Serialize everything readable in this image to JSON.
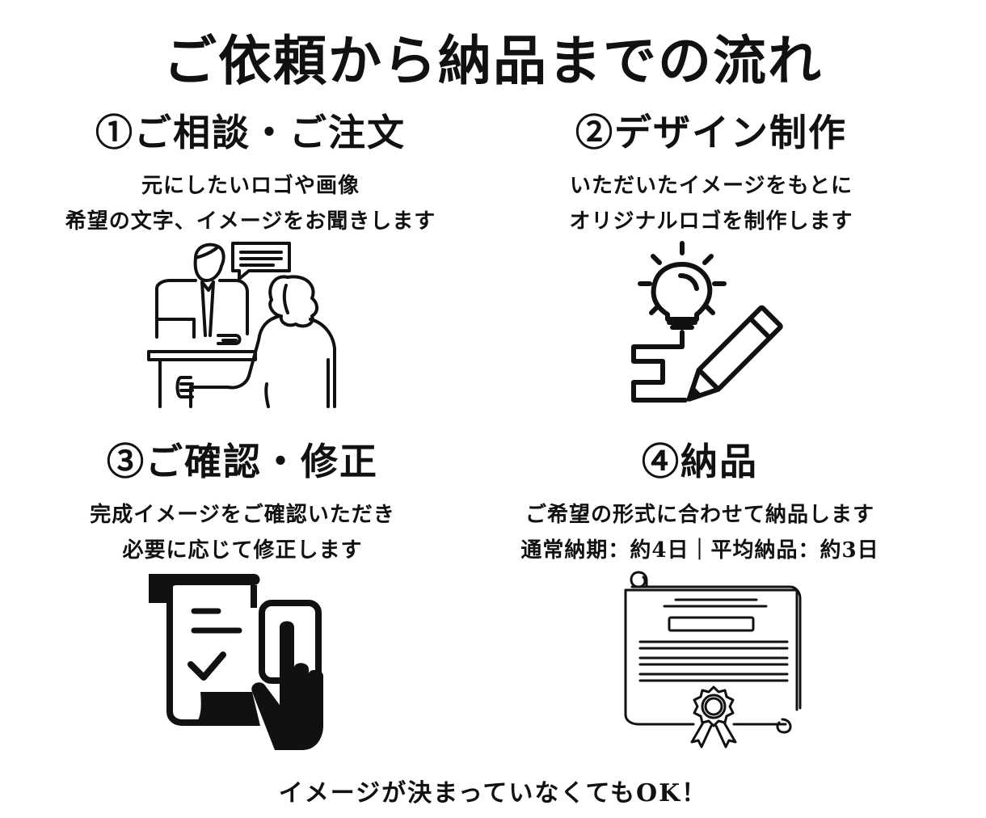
{
  "title": "ご依頼から納品までの流れ",
  "steps": [
    {
      "title": "①ご相談・ご注文",
      "lines": [
        "元にしたいロゴや画像",
        "希望の文字、イメージをお聞きします"
      ],
      "icon": "consultation-icon"
    },
    {
      "title": "②デザイン制作",
      "lines": [
        "いただいたイメージをもとに",
        "オリジナルロゴを制作します"
      ],
      "icon": "idea-pencil-icon"
    },
    {
      "title": "③ご確認・修正",
      "lines": [
        "完成イメージをご確認いただき",
        "必要に応じて修正します"
      ],
      "icon": "document-check-icon"
    },
    {
      "title": "④納品",
      "lines": [
        "ご希望の形式に合わせて納品します",
        "通常納期：約4日｜平均納品：約3日"
      ],
      "icon": "certificate-icon"
    }
  ],
  "footer": "イメージが決まっていなくてもOK！",
  "colors": {
    "ink": "#111111",
    "background": "#ffffff"
  }
}
